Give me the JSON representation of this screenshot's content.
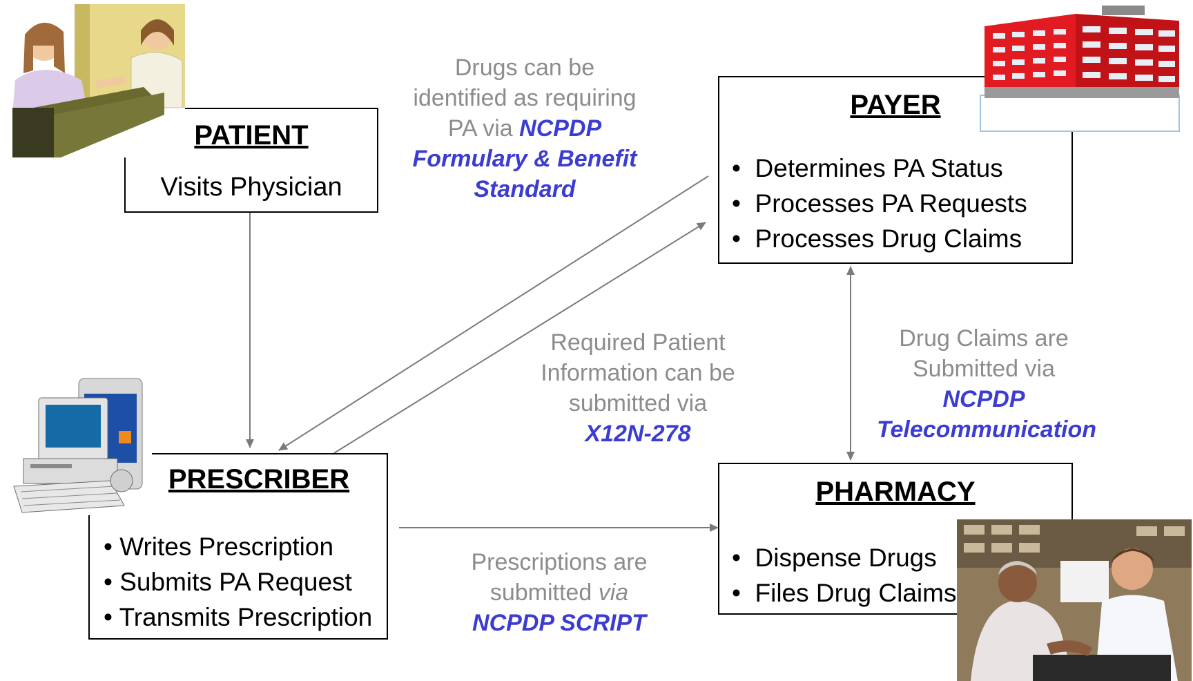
{
  "patient": {
    "title": "PATIENT",
    "action": "Visits Physician"
  },
  "payer": {
    "title": "PAYER",
    "items": [
      "Determines PA Status",
      "Processes PA Requests",
      "Processes Drug Claims"
    ]
  },
  "prescriber": {
    "title": "PRESCRIBER",
    "items": [
      "Writes Prescription",
      "Submits PA Request",
      "Transmits Prescription"
    ]
  },
  "pharmacy": {
    "title": "PHARMACY",
    "items": [
      "Dispense Drugs",
      "Files Drug Claims"
    ]
  },
  "notes": {
    "formulary": {
      "line1": "Drugs can be",
      "line2": "identified as requiring",
      "line3_prefix": "PA via ",
      "line3_std": "NCPDP",
      "line4_std": "Formulary & Benefit",
      "line5_std": "Standard"
    },
    "x12": {
      "line1": "Required Patient",
      "line2": "Information can be",
      "line3": "submitted via",
      "line4_std": "X12N-278"
    },
    "telecom": {
      "line1": "Drug Claims are",
      "line2": "Submitted via",
      "line3_std": "NCPDP",
      "line4_std": "Telecommunication"
    },
    "script": {
      "line1": "Prescriptions are",
      "line2_prefix": "submitted ",
      "line2_em": "via",
      "line3_std": "NCPDP SCRIPT"
    }
  },
  "colors": {
    "note_text": "#8c8c8c",
    "standard_text": "#3c3cd2",
    "arrow": "#7a7a7a",
    "building": "#d4141c"
  },
  "icons": [
    "patient-reception-clipart",
    "payer-building-clipart",
    "prescriber-computer-clipart",
    "pharmacy-photo"
  ]
}
